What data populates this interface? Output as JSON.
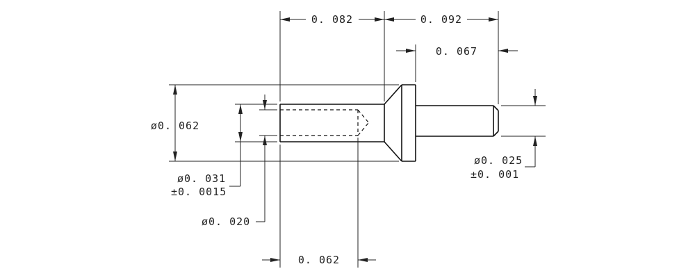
{
  "dimensions": {
    "d_0082": "0. 082",
    "d_0092": "0. 092",
    "d_0067": "0. 067",
    "dia_0062": "ø0. 062",
    "dia_0031": "ø0. 031",
    "tol_00015": "±0. 0015",
    "dia_0020": "ø0. 020",
    "dia_0025": "ø0. 025",
    "tol_0001": "±0. 001",
    "d_0062_bottom": "0. 062"
  }
}
